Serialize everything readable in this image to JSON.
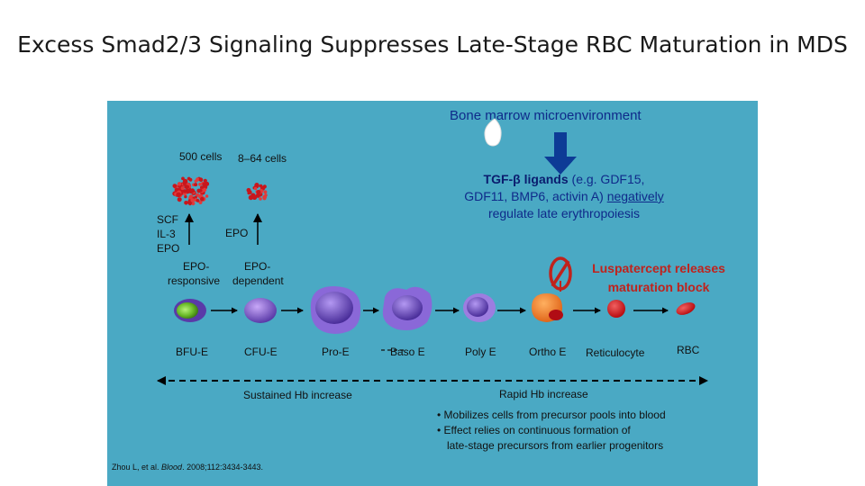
{
  "title": "Excess Smad2/3 Signaling Suppresses Late-Stage RBC Maturation in MDS",
  "header": "Bone marrow microenvironment",
  "colony_counts": {
    "bfu": "500 cells",
    "cfu": "8–64 cells"
  },
  "tgf": {
    "bold": "TGF-β ligands",
    "rest": " (e.g. GDF15, GDF11, BMP6, activin A) ",
    "underlined": "negatively",
    "tail": " regulate late erythropoiesis"
  },
  "factors_left": {
    "line1": "SCF",
    "line2": "IL-3",
    "line3": "EPO"
  },
  "factor_epo": "EPO",
  "responsiveness": {
    "responsive_top": "EPO-",
    "responsive_bottom": "responsive",
    "dependent_top": "EPO-",
    "dependent_bottom": "dependent"
  },
  "luspatercept": "Luspatercept releases maturation block",
  "stages": [
    "BFU-E",
    "CFU-E",
    "Pro-E",
    "Baso E",
    "Poly E",
    "Ortho E",
    "Reticulocyte",
    "RBC"
  ],
  "sustained": "Sustained Hb increase",
  "rapid": "Rapid Hb increase",
  "bullets": [
    "• Mobilizes cells from precursor pools into blood",
    "• Effect relies on continuous formation of",
    "late-stage precursors from earlier progenitors"
  ],
  "citation": {
    "authors": "Zhou L, et al. ",
    "journal": "Blood",
    "rest": ". 2008;112:3434-3443."
  },
  "colors": {
    "panel": "#4aa9c4",
    "blue_text": "#0f2a8a",
    "red": "#c0221c",
    "cell_purple": "#7a4ec8",
    "ortho_orange": "#ef7d1c",
    "rbc_red": "#d0141a"
  }
}
